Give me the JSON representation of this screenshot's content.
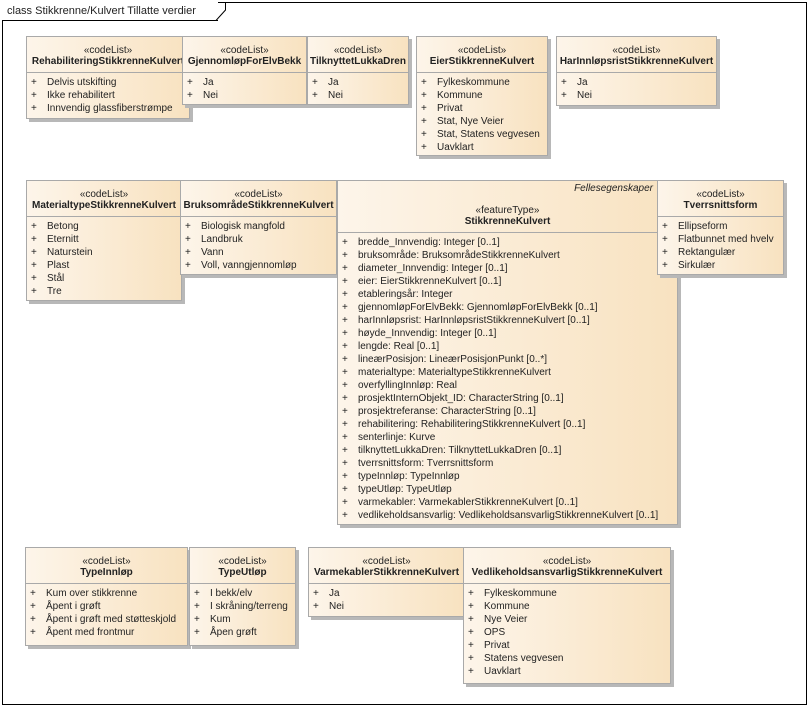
{
  "diagram": {
    "title": "class Stikkrenne/Kulvert Tillatte verdier",
    "colors": {
      "box_fill_left": "#fdf5ea",
      "box_fill_right": "#f8e2c0",
      "border": "#a9a9a9"
    },
    "classes": [
      {
        "id": "rehab",
        "stereotype": "«codeList»",
        "name": "RehabiliteringStikkrenneKulvert",
        "items": [
          "Delvis utskifting",
          "Ikke rehabilitert",
          "Innvendig glassfiberstrømpe"
        ]
      },
      {
        "id": "gjennom",
        "stereotype": "«codeList»",
        "name": "GjennomløpForElvBekk",
        "items": [
          "Ja",
          "Nei"
        ]
      },
      {
        "id": "tilk",
        "stereotype": "«codeList»",
        "name": "TilknyttetLukkaDren",
        "items": [
          "Ja",
          "Nei"
        ]
      },
      {
        "id": "eier",
        "stereotype": "«codeList»",
        "name": "EierStikkrenneKulvert",
        "items": [
          "Fylkeskommune",
          "Kommune",
          "Privat",
          "Stat, Nye Veier",
          "Stat, Statens vegvesen",
          "Uavklart"
        ]
      },
      {
        "id": "harinn",
        "stereotype": "«codeList»",
        "name": "HarInnløpsristStikkrenneKulvert",
        "items": [
          "Ja",
          "Nei"
        ]
      },
      {
        "id": "mat",
        "stereotype": "«codeList»",
        "name": "MaterialtypeStikkrenneKulvert",
        "items": [
          "Betong",
          "Eternitt",
          "Naturstein",
          "Plast",
          "Stål",
          "Tre"
        ]
      },
      {
        "id": "bruk",
        "stereotype": "«codeList»",
        "name": "BruksområdeStikkrenneKulvert",
        "items": [
          "Biologisk mangfold",
          "Landbruk",
          "Vann",
          "Voll, vanngjennomløp"
        ]
      },
      {
        "id": "stikk",
        "stereotype": "«featureType»",
        "name": "StikkrenneKulvert",
        "tag": "Fellesegenskaper",
        "items": [
          "bredde_Innvendig: Integer [0..1]",
          "bruksområde: BruksområdeStikkrenneKulvert",
          "diameter_Innvendig: Integer [0..1]",
          "eier: EierStikkrenneKulvert [0..1]",
          "etableringsår: Integer",
          "gjennomløpForElvBekk: GjennomløpForElvBekk [0..1]",
          "harInnløpsrist: HarInnløpsristStikkrenneKulvert [0..1]",
          "høyde_Innvendig: Integer [0..1]",
          "lengde: Real [0..1]",
          "lineærPosisjon: LineærPosisjonPunkt [0..*]",
          "materialtype: MaterialtypeStikkrenneKulvert",
          "overfyllingInnløp: Real",
          "prosjektInternObjekt_ID: CharacterString [0..1]",
          "prosjektreferanse: CharacterString [0..1]",
          "rehabilitering: RehabiliteringStikkrenneKulvert [0..1]",
          "senterlinje: Kurve",
          "tilknyttetLukkaDren: TilknyttetLukkaDren [0..1]",
          "tverrsnittsform: Tverrsnittsform",
          "typeInnløp: TypeInnløp",
          "typeUtløp: TypeUtløp",
          "varmekabler: VarmekablerStikkrenneKulvert [0..1]",
          "vedlikeholdsansvarlig: VedlikeholdsansvarligStikkrenneKulvert [0..1]"
        ]
      },
      {
        "id": "tverr",
        "stereotype": "«codeList»",
        "name": "Tverrsnittsform",
        "items": [
          "Ellipseform",
          "Flatbunnet med hvelv",
          "Rektangulær",
          "Sirkulær"
        ]
      },
      {
        "id": "tinn",
        "stereotype": "«codeList»",
        "name": "TypeInnløp",
        "items": [
          "Kum over stikkrenne",
          "Åpent i grøft",
          "Åpent i grøft med støtteskjold",
          "Åpent med frontmur"
        ]
      },
      {
        "id": "tut",
        "stereotype": "«codeList»",
        "name": "TypeUtløp",
        "items": [
          "I bekk/elv",
          "I skråning/terreng",
          "Kum",
          "Åpen grøft"
        ]
      },
      {
        "id": "varme",
        "stereotype": "«codeList»",
        "name": "VarmekablerStikkrenneKulvert",
        "items": [
          "Ja",
          "Nei"
        ]
      },
      {
        "id": "vedl",
        "stereotype": "«codeList»",
        "name": "VedlikeholdsansvarligStikkrenneKulvert",
        "items": [
          "Fylkeskommune",
          "Kommune",
          "Nye Veier",
          "OPS",
          "Privat",
          "Statens vegvesen",
          "Uavklart"
        ]
      }
    ]
  }
}
